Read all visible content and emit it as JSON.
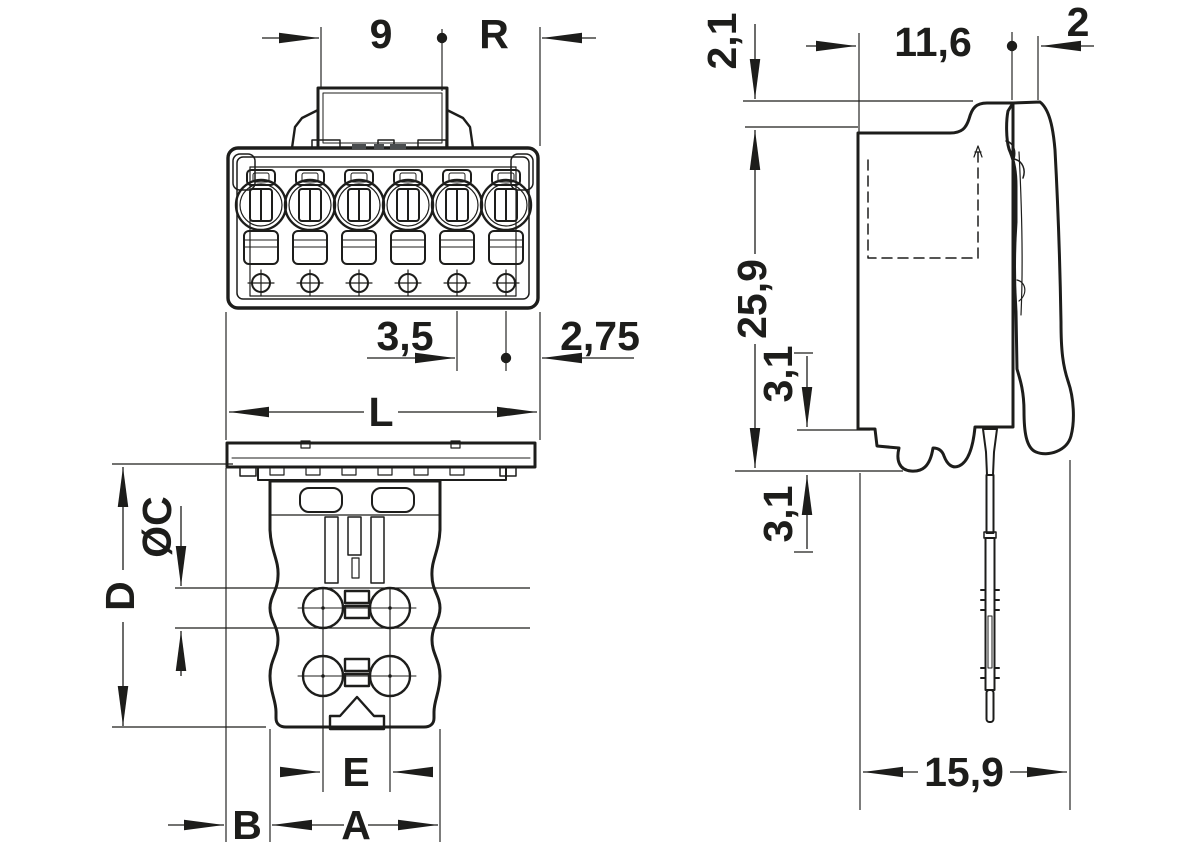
{
  "colors": {
    "body_fill": "#d5d8da",
    "detail_fill": "#e9ebec",
    "outline": "#1d1d1b",
    "background": "#ffffff"
  },
  "dims": {
    "front": {
      "tab_width": "9",
      "corner_ref": "R",
      "pole_pitch": "3,5",
      "edge_offset": "2,75",
      "total_length": "L"
    },
    "bottom": {
      "height": "D",
      "hole_diameter": "ØC",
      "hole_spacing": "E",
      "flange_offset": "B",
      "body_width": "A"
    },
    "side": {
      "collar_height": "2,1",
      "front_depth": "11,6",
      "latch_offset": "2",
      "total_height": "25,9",
      "foot_height_upper": "3,1",
      "foot_height_lower": "3,1",
      "total_depth": "15,9"
    }
  }
}
